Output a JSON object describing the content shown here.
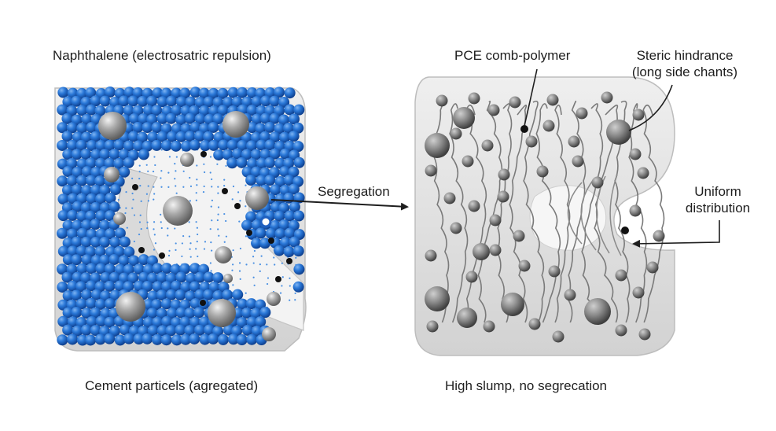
{
  "left_panel": {
    "title": "Naphthalene (electrosatric repulsion)",
    "caption": "Cement particels (agregated)"
  },
  "arrow": {
    "label": "Segregation"
  },
  "right_panel": {
    "polymer_label": "PCE comb-polymer",
    "steric_label_line1": "Steric hindrance",
    "steric_label_line2": "(long side chants)",
    "uniform_label_line1": "Uniform",
    "uniform_label_line2": "distribution",
    "caption": "High slump, no segrecation"
  },
  "colors": {
    "blue_particle": "#1f6fd1",
    "cement_gray": "#a8a8a8",
    "matrix_gray": "#e3e3e3",
    "ink": "#1e1e1e"
  }
}
